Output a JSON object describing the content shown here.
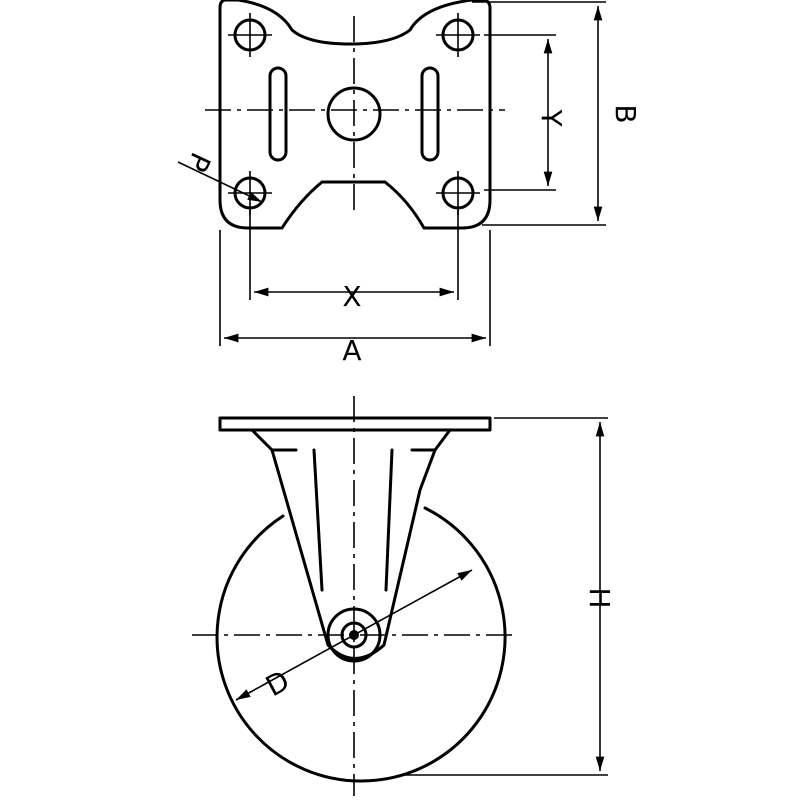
{
  "labels": {
    "A": "A",
    "B": "B",
    "X": "X",
    "Y": "Y",
    "P": "P",
    "H": "H",
    "D": "D"
  }
}
